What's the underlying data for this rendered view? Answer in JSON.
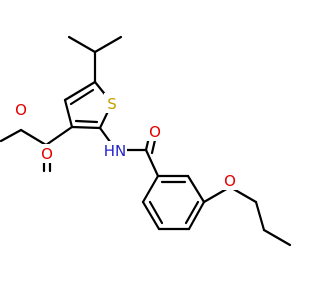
{
  "molecule": {
    "atoms": {
      "sulfur": "S",
      "nitrogen_h": "HN",
      "amide_oxygen": "O",
      "ester_carbonyl_oxygen": "O",
      "ester_ether_oxygen": "O",
      "aryl_ether_oxygen": "O"
    },
    "colors": {
      "bond": "#000000",
      "sulfur": "#c8a000",
      "nitrogen": "#2424c8",
      "oxygen": "#e00000"
    }
  }
}
